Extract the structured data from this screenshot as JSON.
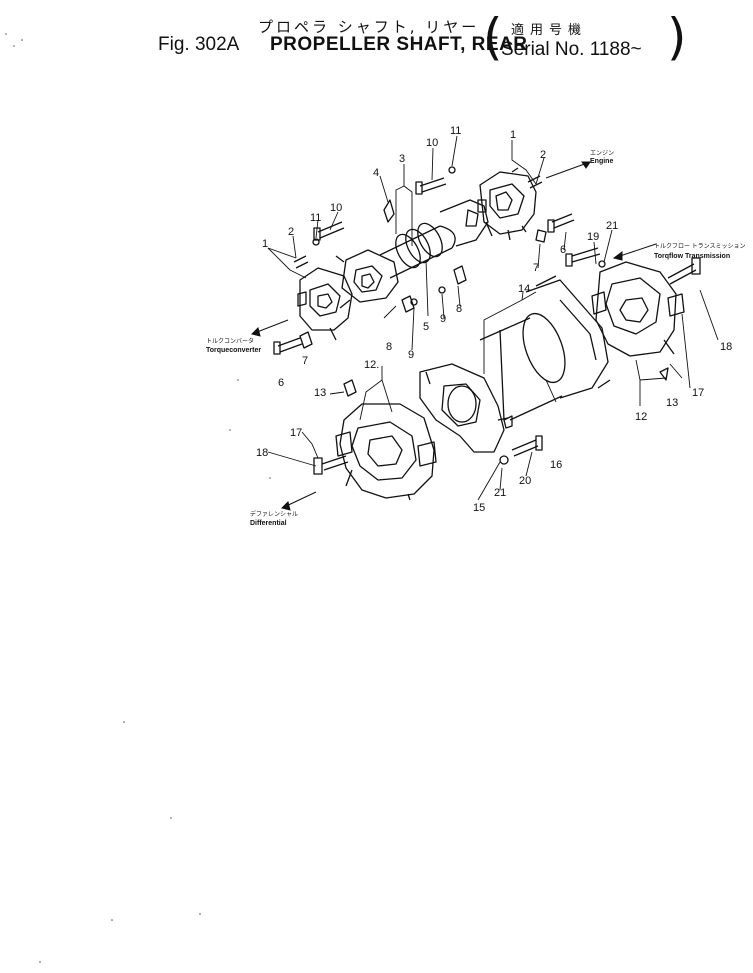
{
  "header": {
    "title_jp": "プロペラ シャフト, リヤー",
    "fig_number": "Fig. 302A",
    "title_en": "PROPELLER SHAFT, REAR",
    "serial_jp": "適用号機",
    "serial": "Serial No. 1188~"
  },
  "callouts": {
    "c1a": "1",
    "c1b": "1",
    "c2a": "2",
    "c2b": "2",
    "c3": "3",
    "c4": "4",
    "c5": "5",
    "c6a": "6",
    "c6b": "6",
    "c7a": "7",
    "c7b": "7",
    "c8a": "8",
    "c8b": "8",
    "c9a": "9",
    "c9b": "9",
    "c10a": "10",
    "c10b": "10",
    "c11a": "11",
    "c11b": "11",
    "c12a": "12.",
    "c12b": "12",
    "c13a": "13",
    "c13b": "13",
    "c14": "14",
    "c15": "15",
    "c16": "16",
    "c17a": "17",
    "c17b": "17",
    "c18a": "18",
    "c18b": "18",
    "c19": "19",
    "c20": "20",
    "c21a": "21",
    "c21b": "21"
  },
  "directions": {
    "engine_jp": "エンジン",
    "engine": "Engine",
    "torqflow_jp": "トルクフロー トランスミッション",
    "torqflow": "Torqflow Transmission",
    "torqueconverter_jp": "トルクコンバータ",
    "torqueconverter": "Torqueconverter",
    "differential_jp": "デファレンシャル",
    "differential": "Differential"
  }
}
